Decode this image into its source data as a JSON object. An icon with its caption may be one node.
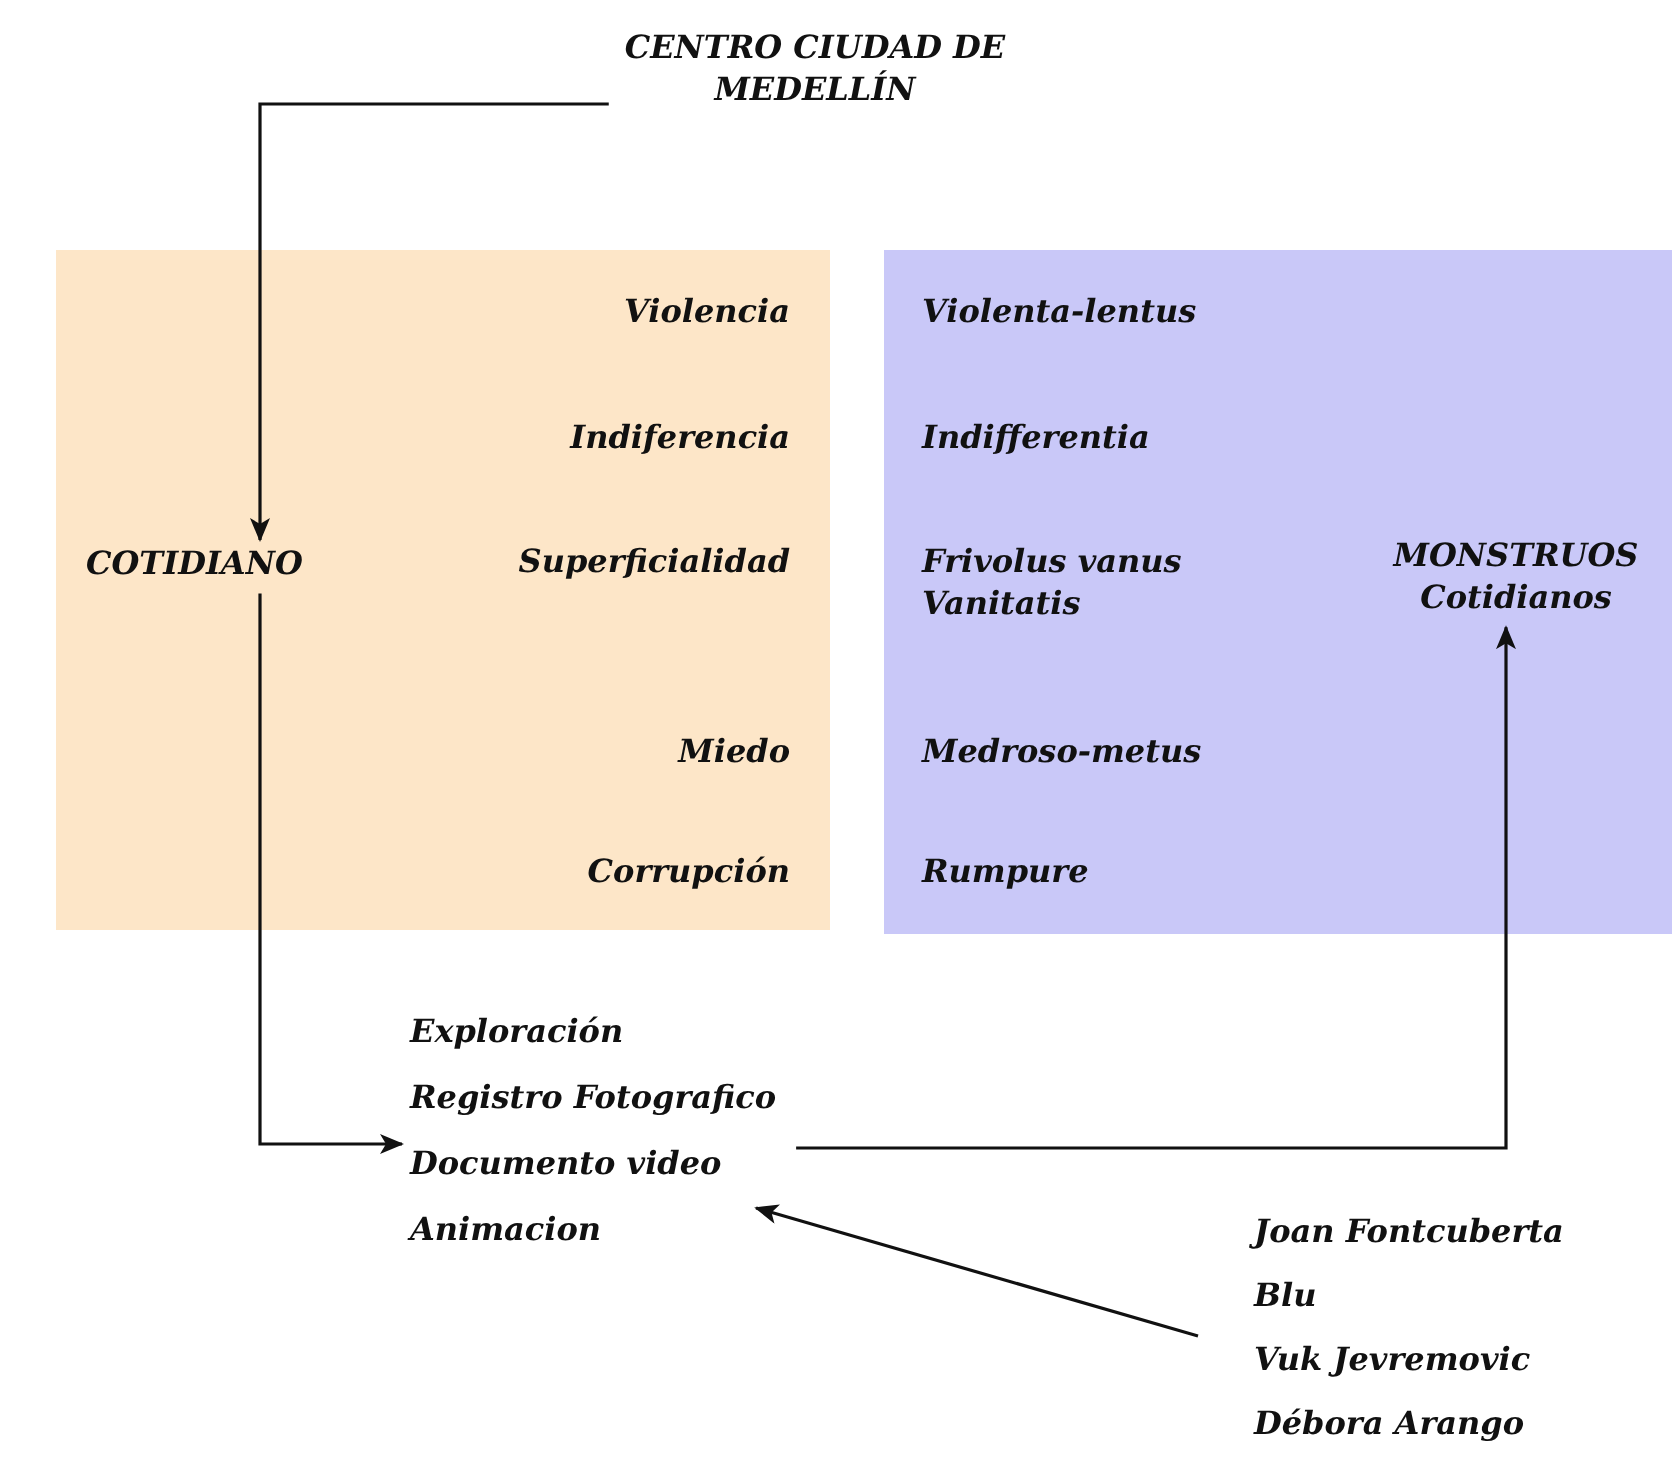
{
  "diagram": {
    "nodes": [
      {
        "text": [
          "CENTRO CIUDAD DE MEDELLÍN"
        ]
      },
      {
        "text": [
          "Violencia",
          "Indiferencia",
          "Superficialidad",
          "Miedo",
          "Corrupción"
        ]
      },
      {
        "text": [
          "COTIDIANO"
        ],
        "in": 1
      },
      {
        "text": [
          "Violenta-lentus",
          "Indifferentia",
          "Frivolus vanus Vanitatis",
          "Medroso-metus",
          "Rumpure"
        ]
      },
      {
        "text": [
          "MONSTRUOS Cotidianos"
        ],
        "in": 3
      },
      {
        "text": [
          "Exploración",
          "Registro Fotografico",
          "Documento video",
          "Animacion"
        ]
      },
      {
        "text": [
          "Joan Fontcuberta",
          "Blu",
          "Vuk Jevremovic",
          "Débora Arango"
        ]
      }
    ],
    "edges": [
      {
        "from": 0,
        "to": 2,
        "arrow": "to"
      },
      {
        "from": 2,
        "to": 5,
        "arrow": "to"
      },
      {
        "from": 5,
        "to": 4,
        "arrow": "to"
      },
      {
        "from": 6,
        "to": 5,
        "arrow": "to"
      }
    ]
  }
}
